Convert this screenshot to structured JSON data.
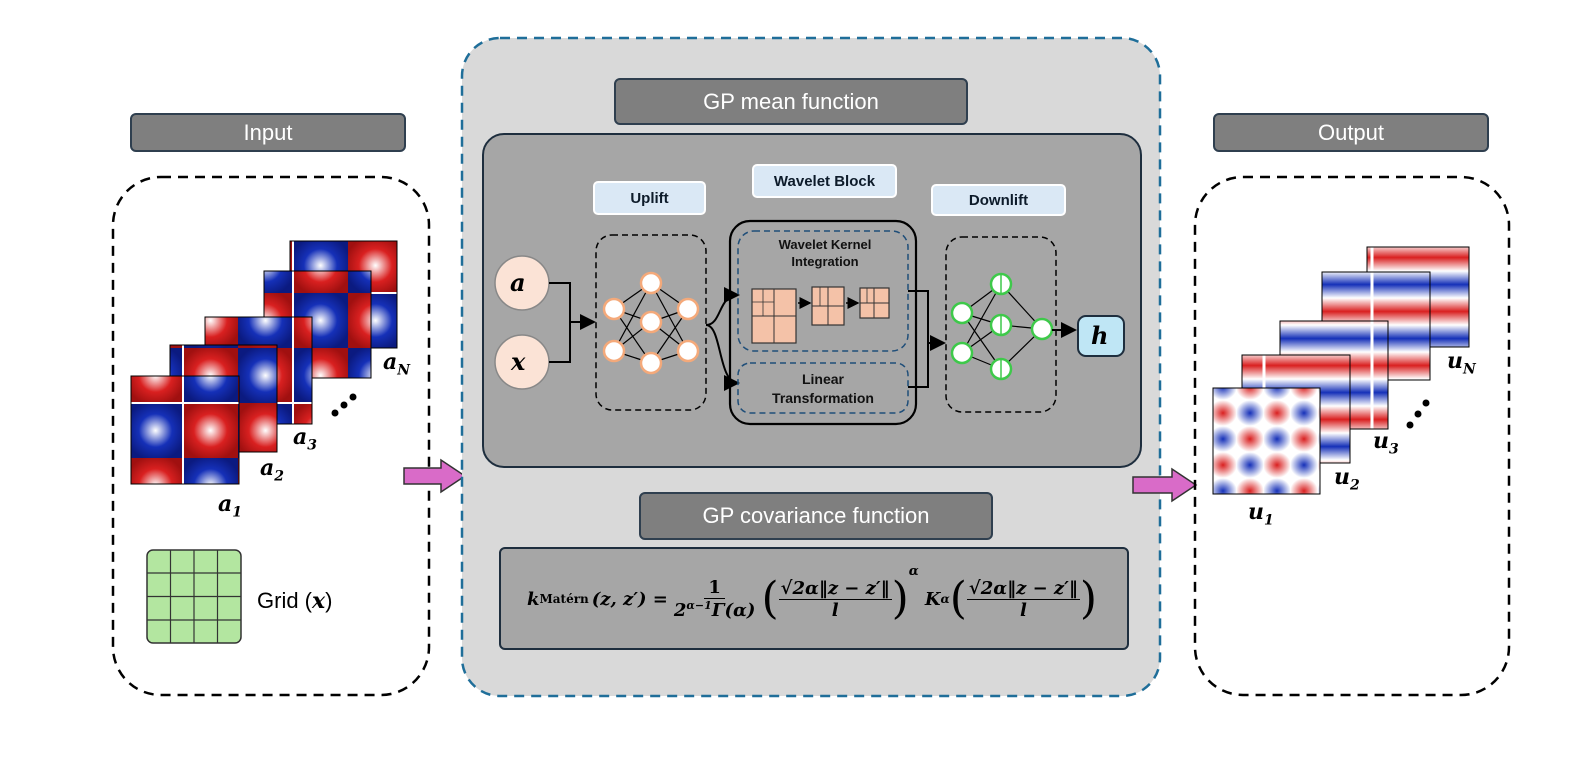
{
  "input": {
    "header": "Input",
    "fields": [
      {
        "base": "a",
        "sub": "1"
      },
      {
        "base": "a",
        "sub": "2"
      },
      {
        "base": "a",
        "sub": "3"
      },
      {
        "base": "a",
        "sub": "N"
      }
    ],
    "grid_label": "Grid (",
    "grid_var": "x",
    "grid_close": ")"
  },
  "center": {
    "mean_header": "GP mean function",
    "uplift": "Uplift",
    "wavelet_block": "Wavelet Block",
    "downlift": "Downlift",
    "wkernel_line1": "Wavelet Kernel",
    "wkernel_line2": "Integration",
    "linear_line1": "Linear",
    "linear_line2": "Transformation",
    "node_a": "a",
    "node_x": "x",
    "node_h": "h",
    "cov_header": "GP covariance function",
    "formula": {
      "k": "k",
      "k_sub": "Matérn",
      "args": "(z, z′) =",
      "num1": "1",
      "den1": "2",
      "den1_sup": "α−1",
      "den1_rest": "Γ(α)",
      "frac_num": "√2α‖z − z′‖",
      "frac_den": "l",
      "power": "α",
      "K": "K",
      "K_sub": "α"
    }
  },
  "output": {
    "header": "Output",
    "fields": [
      {
        "base": "u",
        "sub": "1"
      },
      {
        "base": "u",
        "sub": "2"
      },
      {
        "base": "u",
        "sub": "3"
      },
      {
        "base": "u",
        "sub": "N"
      }
    ]
  },
  "colors": {
    "header_bg": "#7f7f7f",
    "panel_bg": "#d9d9d9",
    "inner_bg": "#a6a6a6",
    "dash_blue": "#1f6e99",
    "arrow_pink": "#d96bc8",
    "input_node": "#fbe3d6",
    "output_node": "#bfe6f5",
    "uplift_node": "#f4a97a",
    "downlift_node": "#3ec94a",
    "grid_green": "#b3e6a0",
    "field_red": "#d92020",
    "field_blue": "#1530b8"
  }
}
